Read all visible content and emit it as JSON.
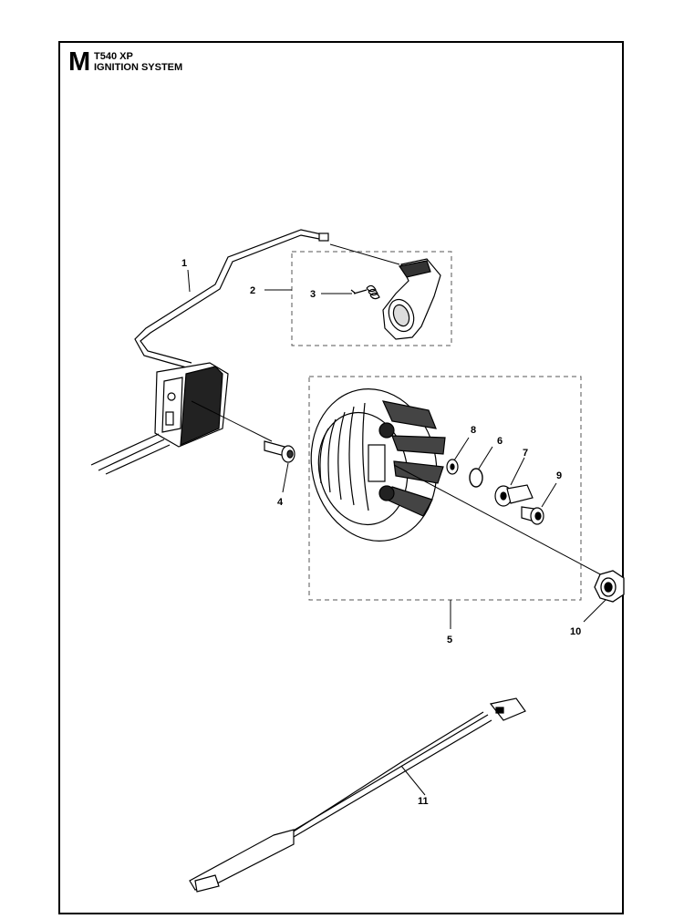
{
  "header": {
    "section_letter": "M",
    "model": "T540 XP",
    "system": "IGNITION SYSTEM"
  },
  "callouts": [
    "1",
    "2",
    "3",
    "4",
    "5",
    "6",
    "7",
    "8",
    "9",
    "10",
    "11"
  ]
}
